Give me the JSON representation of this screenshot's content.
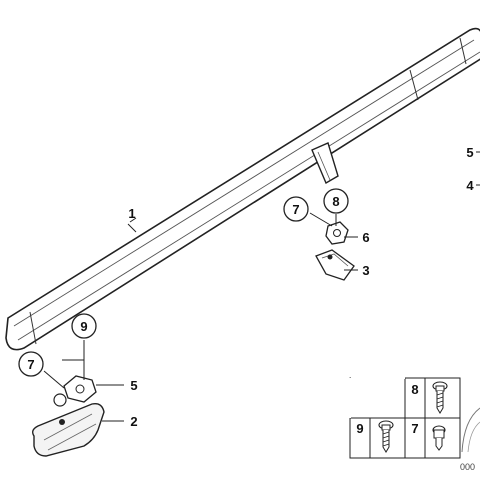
{
  "diagram": {
    "callouts": {
      "rail_main": "1",
      "cover_lower": "2",
      "cover_upper": "3",
      "cover_far": "4",
      "clip_lower": "5",
      "clip_far": "5",
      "clip_upper": "6"
    },
    "circled": {
      "upper_left": "7",
      "upper_right": "8",
      "lower_left": "7",
      "lower_top": "9"
    },
    "parts_table": {
      "cells": [
        "8",
        "9",
        "7"
      ]
    },
    "reference_number": "000"
  }
}
